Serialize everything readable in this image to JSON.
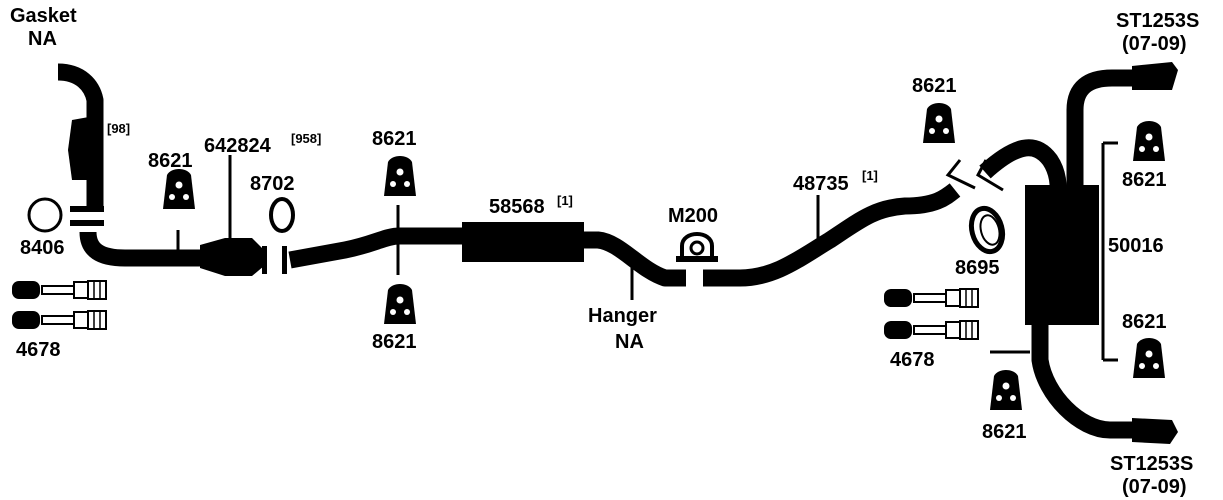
{
  "labels": {
    "gasket_top": "Gasket",
    "gasket_na": "NA",
    "ref_98": "[98]",
    "ring_8406": "8406",
    "bolt_4678_left": "4678",
    "hanger_8621_a": "8621",
    "cat_642824": "642824",
    "ref_958": "[958]",
    "ring_8702": "8702",
    "hanger_8621_b": "8621",
    "hanger_8621_c": "8621",
    "resonator_58568": "58568",
    "ref_1_a": "[1]",
    "clamp_m200": "M200",
    "hanger_na_1": "Hanger",
    "hanger_na_2": "NA",
    "pipe_48735": "48735",
    "ref_1_b": "[1]",
    "hanger_8621_d": "8621",
    "gasket_8695": "8695",
    "bolt_4678_right": "4678",
    "tip_top_1": "ST1253S",
    "tip_top_2": "(07-09)",
    "hanger_8621_e": "8621",
    "muffler_50016": "50016",
    "hanger_8621_f": "8621",
    "hanger_8621_g": "8621",
    "tip_bottom_1": "ST1253S",
    "tip_bottom_2": "(07-09)"
  }
}
